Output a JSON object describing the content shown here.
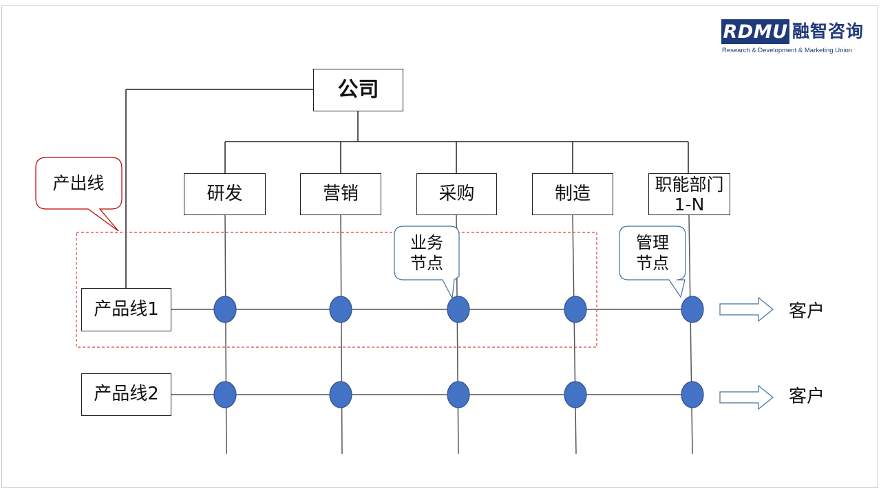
{
  "logo": {
    "mark": "RDMU",
    "name_cn": "融智咨询",
    "tagline": "Research & Development & Marketing Union"
  },
  "company": "公司",
  "departments": [
    "研发",
    "营销",
    "采购",
    "制造",
    "职能部门1-N"
  ],
  "product_lines": [
    "产品线1",
    "产品线2"
  ],
  "customer_label": "客户",
  "callouts": {
    "output_line": "产出线",
    "business_node": "业务节点",
    "management_node": "管理节点"
  },
  "colors": {
    "node": "#4472c4",
    "node_stroke": "#2f528f",
    "callout_red": "#c00000",
    "callout_blue": "#41719c",
    "dashed_box": "#e03c3c",
    "arrow": "#41719c",
    "brand": "#1f3a7a"
  }
}
